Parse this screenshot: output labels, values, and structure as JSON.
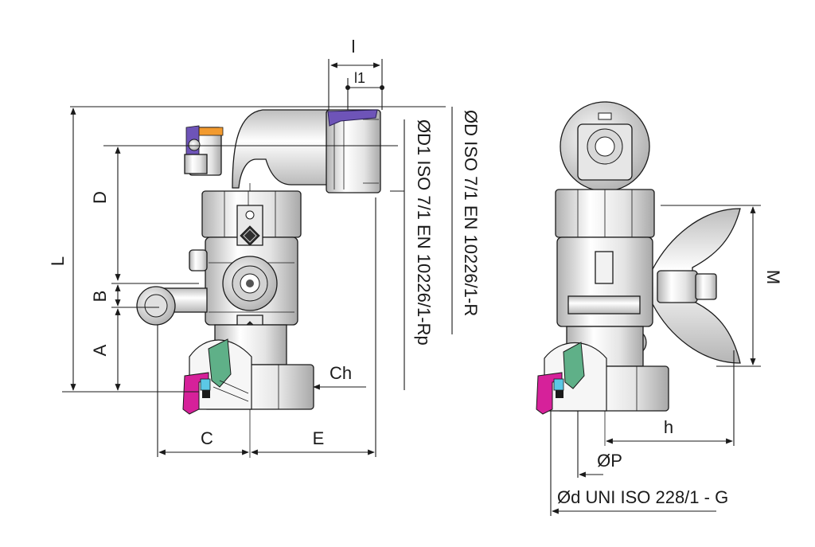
{
  "dimensions": {
    "l": "l",
    "l1": "l1",
    "L": "L",
    "D": "D",
    "B": "B",
    "A": "A",
    "C": "C",
    "E": "E",
    "Ch": "Ch",
    "M": "M",
    "h": "h",
    "OP": "ØP",
    "OD": "ØD ISO 7/1  EN 10226/1-R",
    "OD1": "ØD1 ISO 7/1  EN 10226/1-Rp",
    "Od": "Ød UNI ISO 228/1 - G"
  },
  "colors": {
    "metal_light": "#f4f4f4",
    "metal_mid": "#d8d8d8",
    "metal_dark": "#9a9a9a",
    "gasket_magenta": "#d6219a",
    "seal_green": "#5fb088",
    "insert_cyan": "#5cc8e6",
    "cap_purple": "#6e54b8",
    "cap_orange": "#f29a2e"
  },
  "icons": {
    "front_view": "valve-front-view",
    "side_view": "valve-side-view"
  }
}
